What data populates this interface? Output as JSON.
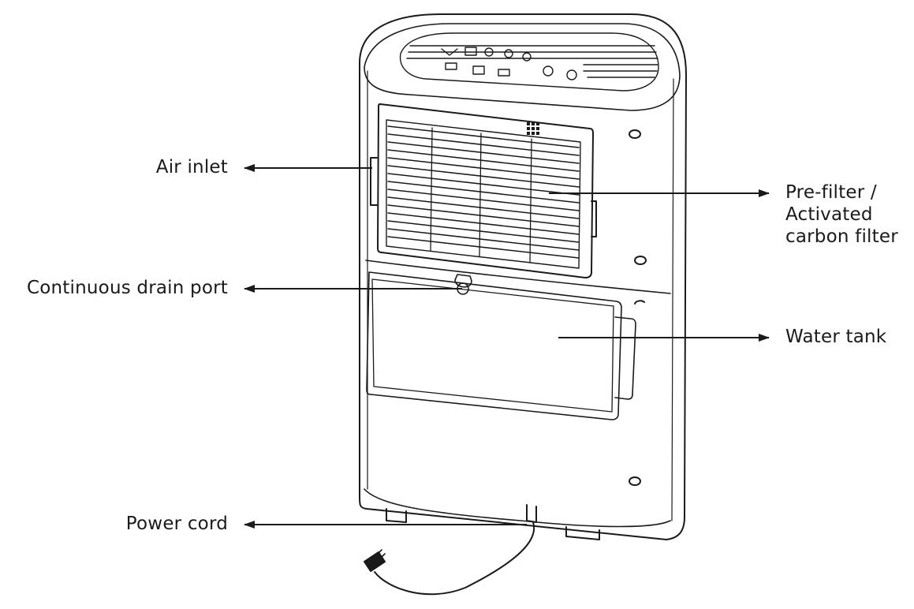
{
  "labels": {
    "air_inlet": "Air inlet",
    "drain_port": "Continuous drain port",
    "power_cord": "Power cord",
    "filter_line1": "Pre-filter /",
    "filter_line2": "Activated",
    "filter_line3": "carbon filter",
    "water_tank": "Water tank"
  },
  "colors": {
    "line": "#1a1a1a",
    "text": "#1a1a1a",
    "background": "#ffffff"
  }
}
